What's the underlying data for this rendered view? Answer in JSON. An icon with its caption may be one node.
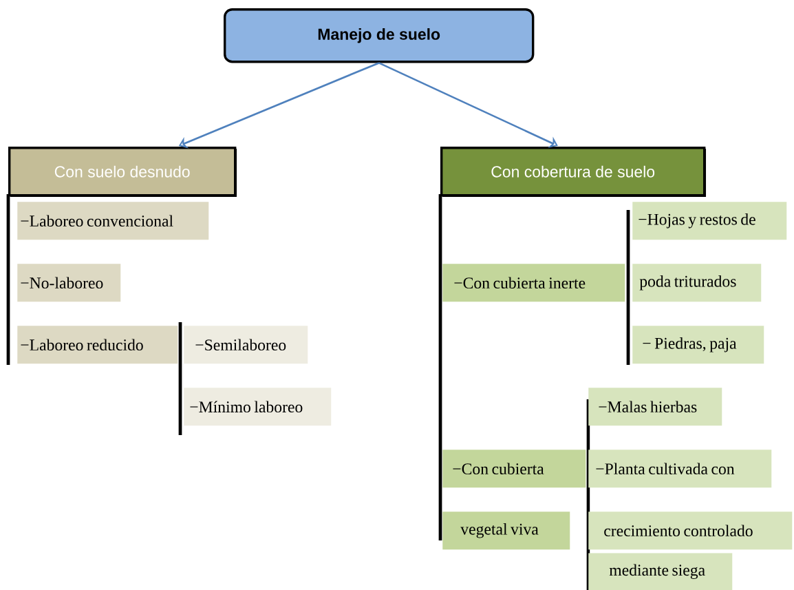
{
  "diagram": {
    "nodes": [
      {
        "text": [
          "Manejo de suelo"
        ]
      },
      {
        "text": [
          "Con suelo desnudo"
        ]
      },
      {
        "text": [
          "Con cobertura de suelo"
        ]
      },
      {
        "text": [
          "−Laboreo convencional"
        ]
      },
      {
        "text": [
          "−No-laboreo"
        ]
      },
      {
        "text": [
          "−Laboreo reducido"
        ]
      },
      {
        "text": [
          "−Semilaboreo"
        ]
      },
      {
        "text": [
          "−Mínimo laboreo"
        ]
      },
      {
        "text": [
          "−Hojas y restos de"
        ]
      },
      {
        "text": [
          "−Con cubierta inerte"
        ]
      },
      {
        "text": [
          "poda triturados"
        ]
      },
      {
        "text": [
          "−  Piedras, paja"
        ]
      },
      {
        "text": [
          "−Malas hierbas"
        ]
      },
      {
        "text": [
          "−Con cubierta"
        ]
      },
      {
        "text": [
          "−Planta cultivada con"
        ]
      },
      {
        "text": [
          "vegetal viva"
        ]
      },
      {
        "text": [
          "crecimiento controlado"
        ]
      },
      {
        "text": [
          "mediante siega"
        ]
      }
    ],
    "edges": [
      {
        "from": 0,
        "to": 1,
        "arrow": "to"
      },
      {
        "from": 0,
        "to": 2,
        "arrow": "to"
      }
    ]
  }
}
